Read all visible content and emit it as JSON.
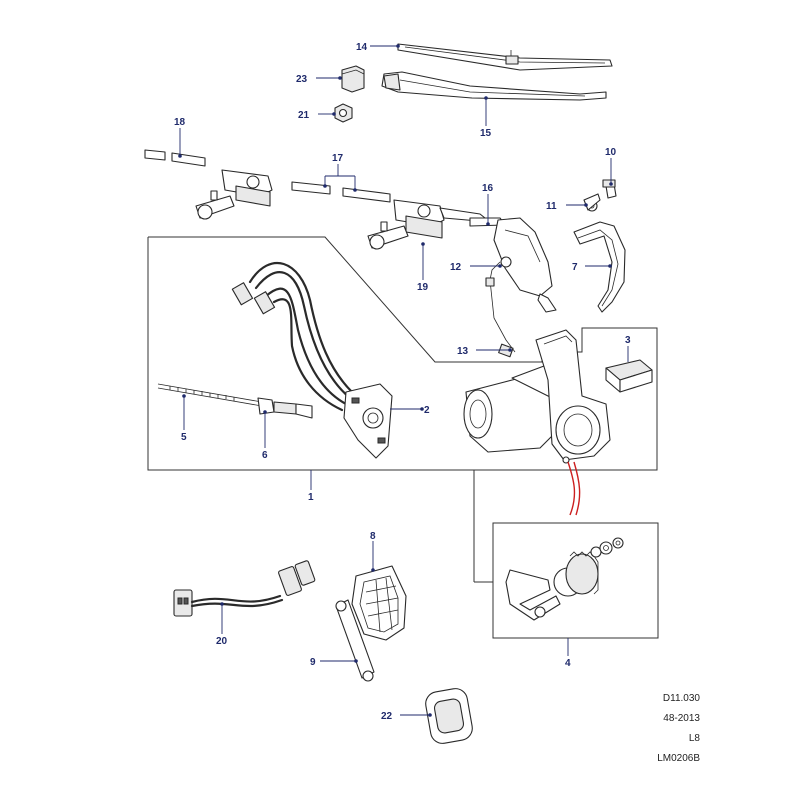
{
  "callouts": {
    "c1": "1",
    "c2": "2",
    "c3": "3",
    "c4": "4",
    "c5": "5",
    "c6": "6",
    "c7": "7",
    "c8": "8",
    "c9": "9",
    "c10": "10",
    "c11": "11",
    "c12": "12",
    "c13": "13",
    "c14": "14",
    "c15": "15",
    "c16": "16",
    "c17": "17",
    "c18": "18",
    "c19": "19",
    "c20": "20",
    "c21": "21",
    "c22": "22",
    "c23": "23"
  },
  "reference": {
    "code": "D11.030",
    "date": "48-2013",
    "level": "L8",
    "figure": "LM0206B"
  },
  "colors": {
    "callout": "#1f2a6b",
    "linework": "#2a2a2a",
    "accent": "#cc1f1f"
  }
}
